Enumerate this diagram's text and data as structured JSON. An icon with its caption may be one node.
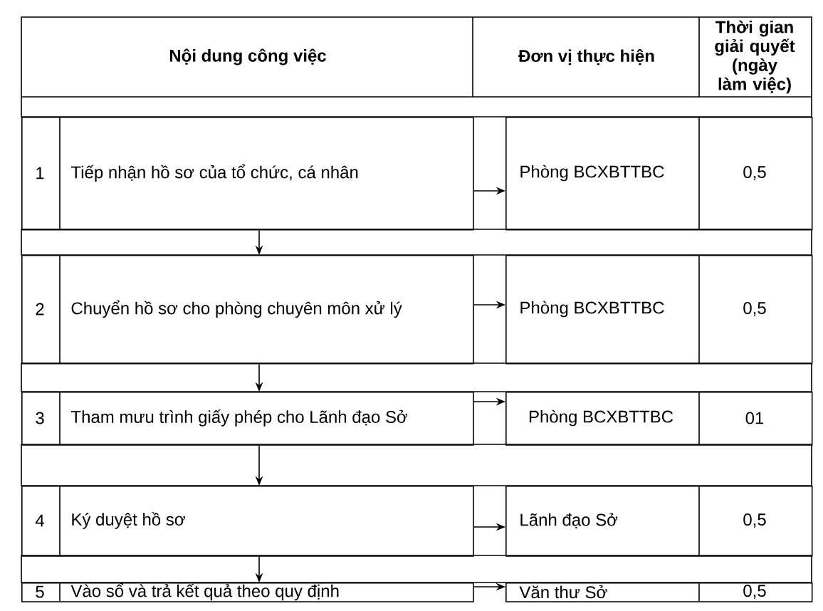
{
  "diagram": {
    "nodes": [
      {
        "text": [
          "1",
          "Tiếp nhận hồ sơ của tổ chức, cá nhân"
        ]
      },
      {
        "text": [
          "Phòng BCXBTTBC",
          "0,5"
        ]
      },
      {
        "text": [
          "2",
          "Chuyển hồ sơ cho phòng chuyên môn xử lý"
        ]
      },
      {
        "text": [
          "Phòng BCXBTTBC",
          "0,5"
        ]
      },
      {
        "text": [
          "3",
          "Tham mưu trình giấy phép cho Lãnh đạo Sở"
        ]
      },
      {
        "text": [
          "Phòng BCXBTTBC",
          "01"
        ]
      },
      {
        "text": [
          "4",
          "Ký duyệt hồ sơ"
        ]
      },
      {
        "text": [
          "Lãnh đạo Sở",
          "0,5"
        ]
      },
      {
        "text": [
          "5",
          "Vào sổ và trả kết quả theo quy định"
        ]
      },
      {
        "text": [
          "Văn thư Sở",
          "0,5"
        ]
      }
    ],
    "edges": [
      {
        "from": 0,
        "to": 1,
        "arrow": "to"
      },
      {
        "from": 0,
        "to": 2,
        "arrow": "to"
      },
      {
        "from": 2,
        "to": 3,
        "arrow": "to"
      },
      {
        "from": 2,
        "to": 4,
        "arrow": "to"
      },
      {
        "from": 4,
        "to": 5,
        "arrow": "to"
      },
      {
        "from": 4,
        "to": 6,
        "arrow": "to"
      },
      {
        "from": 6,
        "to": 7,
        "arrow": "to"
      },
      {
        "from": 6,
        "to": 8,
        "arrow": "to"
      },
      {
        "from": 8,
        "to": 9,
        "arrow": "to"
      }
    ],
    "labels": [
      "Nội dung công việc",
      "Đơn vị thực hiện",
      "Thời gian giải quyết (ngày làm việc)"
    ]
  }
}
